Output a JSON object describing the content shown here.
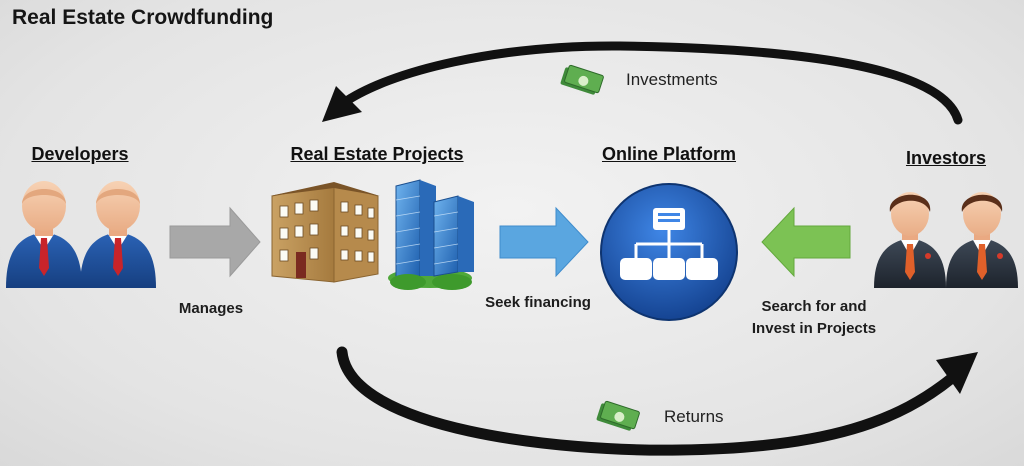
{
  "title": "Real Estate Crowdfunding",
  "nodes": {
    "developers": "Developers",
    "projects": "Real Estate Projects",
    "platform": "Online Platform",
    "investors": "Investors"
  },
  "edges": {
    "manages": "Manages",
    "seek_financing": "Seek financing",
    "search_invest_line1": "Search for and",
    "search_invest_line2": "Invest in Projects",
    "investments": "Investments",
    "returns": "Returns"
  },
  "colors": {
    "gray_arrow": "#a8a8a8",
    "blue_arrow": "#5aa6e0",
    "green_arrow": "#7cc254",
    "platform_circle": "#1f5fbf",
    "suit_blue": "#1d4f9a",
    "suit_dark": "#2c3440"
  }
}
